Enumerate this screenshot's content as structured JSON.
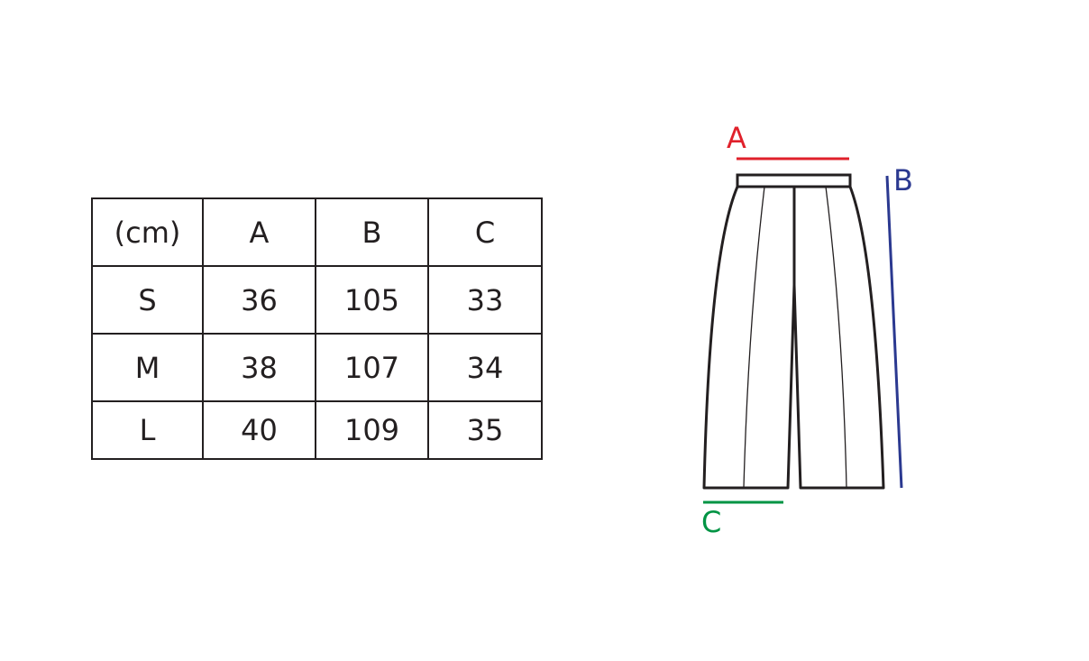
{
  "table": {
    "header": [
      "(cm)",
      "A",
      "B",
      "C"
    ],
    "rows": [
      [
        "S",
        "36",
        "105",
        "33"
      ],
      [
        "M",
        "38",
        "107",
        "34"
      ],
      [
        "L",
        "40",
        "109",
        "35"
      ]
    ]
  },
  "diagram": {
    "labels": {
      "a": "A",
      "b": "B",
      "c": "C"
    },
    "colors": {
      "a": "#e0212b",
      "b": "#2b3990",
      "c": "#009444",
      "outline": "#231f20"
    }
  }
}
